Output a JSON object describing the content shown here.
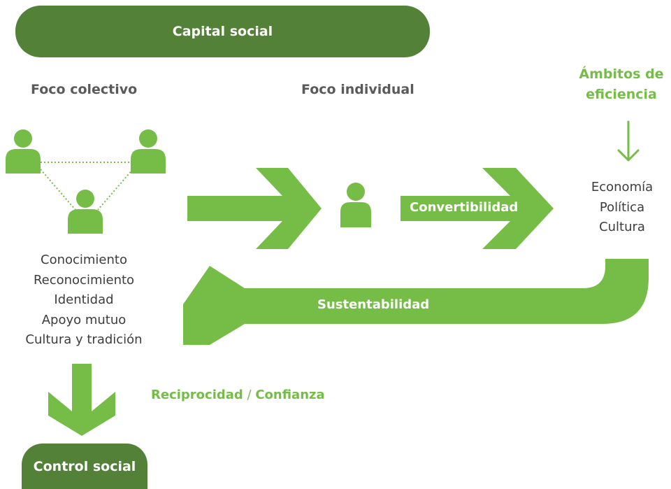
{
  "banner": {
    "title": "Capital social"
  },
  "headings": {
    "collective": "Foco colectivo",
    "individual": "Foco individual",
    "efficiency": [
      "Ámbitos de",
      "eficiencia"
    ]
  },
  "collective_list": [
    "Conocimiento",
    "Reconocimiento",
    "Identidad",
    "Apoyo mutuo",
    "Cultura y tradición"
  ],
  "efficiency_list": [
    "Economía",
    "Política",
    "Cultura"
  ],
  "arrows": {
    "convertibility": "Convertibilidad",
    "sustainability": "Sustentabilidad"
  },
  "reciprocity": {
    "left": "Reciprocidad",
    "sep": " / ",
    "right": "Confianza"
  },
  "control": {
    "title": "Control social"
  },
  "colors": {
    "dark_green": "#528137",
    "light_green": "#75bd46",
    "text_gray": "#5a5a5a"
  },
  "icons": [
    "person-icon",
    "arrow-right-icon",
    "arrow-left-icon",
    "arrow-down-icon"
  ]
}
